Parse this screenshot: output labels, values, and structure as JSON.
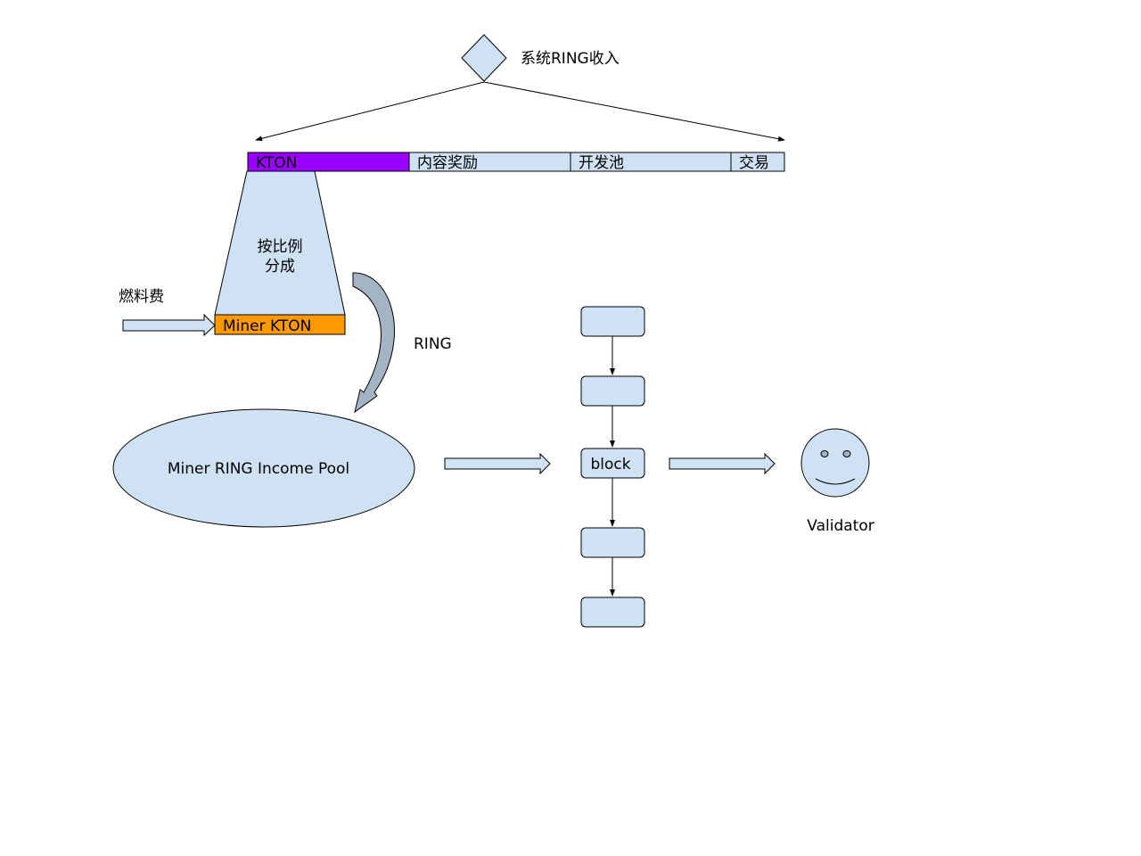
{
  "colors": {
    "light_blue": "#cfe2f3",
    "kton_purple": "#9900ff",
    "miner_orange": "#ff9900",
    "curve_gray": "#a4b4c4",
    "stroke": "#000000"
  },
  "top": {
    "label": "系统RING收入"
  },
  "bar": {
    "segments": [
      {
        "label": "KTON"
      },
      {
        "label": "内容奖励"
      },
      {
        "label": "开发池"
      },
      {
        "label": "交易"
      }
    ]
  },
  "funnel": {
    "line1": "按比例",
    "line2": "分成"
  },
  "fuel": {
    "label": "燃料费"
  },
  "miner_kton": {
    "label": "Miner KTON"
  },
  "ring_flow": {
    "label": "RING"
  },
  "pool": {
    "label": "Miner RING Income Pool"
  },
  "chain": {
    "block_label": "block"
  },
  "validator": {
    "label": "Validator"
  }
}
